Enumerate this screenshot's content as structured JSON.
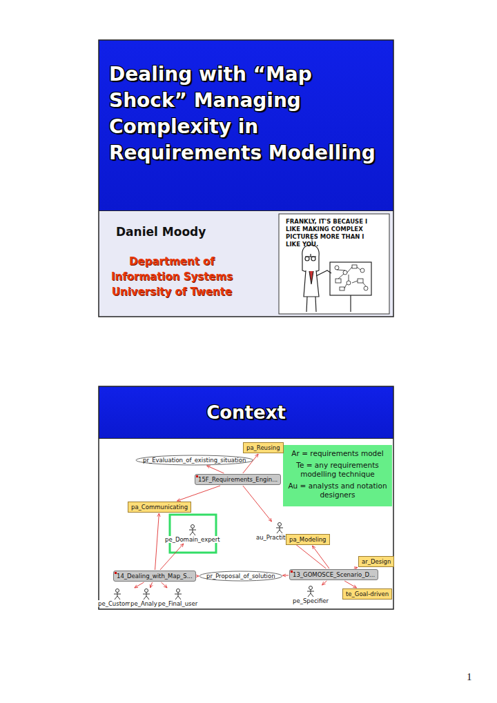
{
  "diagram": {
    "nodes": [
      {
        "text": [
          "Dealing with “Map Shock” Managing Complexity in Requirements Modelling"
        ]
      },
      {
        "text": [
          "Daniel Moody",
          "Department of Information Systems University of Twente"
        ]
      },
      {
        "text": [
          "Context"
        ]
      },
      {
        "text": [
          "Ar = requirements model",
          "Te = any requirements modelling technique",
          "Au = analysts and notation designers"
        ]
      },
      {
        "text": [
          "pa_Reusing"
        ]
      },
      {
        "text": [
          "pr_Evaluation_of_existing_situation"
        ]
      },
      {
        "text": [
          "15F_Requirements_Engin..."
        ]
      },
      {
        "text": [
          "pa_Communicating"
        ]
      },
      {
        "text": [
          "pe_Domain_expert"
        ]
      },
      {
        "text": [
          "au_Practitioners"
        ]
      },
      {
        "text": [
          "pa_Modeling"
        ]
      },
      {
        "text": [
          "ar_Design"
        ]
      },
      {
        "text": [
          "14_Dealing_with_Map_S..."
        ]
      },
      {
        "text": [
          "pr_Proposal_of_solution"
        ]
      },
      {
        "text": [
          "13_GOMOSCE_Scenario_D..."
        ]
      },
      {
        "text": [
          "te_Goal-driven"
        ]
      },
      {
        "text": [
          "pe_Specifier"
        ]
      },
      {
        "text": [
          "pe_Customer"
        ]
      },
      {
        "text": [
          "pe_Analyst"
        ]
      },
      {
        "text": [
          "pe_Final_user"
        ]
      }
    ],
    "edges": [
      {
        "from": 6,
        "to": 4,
        "arrow": "to"
      },
      {
        "from": 6,
        "to": 5,
        "arrow": "to"
      },
      {
        "from": 6,
        "to": 7,
        "arrow": "to"
      },
      {
        "from": 6,
        "to": 9,
        "arrow": "to"
      },
      {
        "from": 12,
        "to": 7,
        "arrow": "to"
      },
      {
        "from": 12,
        "to": 8,
        "arrow": "to"
      },
      {
        "from": 12,
        "to": 13,
        "arrow": "to"
      },
      {
        "from": 12,
        "to": 17,
        "arrow": "to"
      },
      {
        "from": 12,
        "to": 18,
        "arrow": "to"
      },
      {
        "from": 12,
        "to": 19,
        "arrow": "to"
      },
      {
        "from": 14,
        "to": 13,
        "arrow": "to"
      },
      {
        "from": 14,
        "to": 9,
        "arrow": "to"
      },
      {
        "from": 14,
        "to": 10,
        "arrow": "to"
      },
      {
        "from": 14,
        "to": 11,
        "arrow": "to"
      },
      {
        "from": 14,
        "to": 15,
        "arrow": "to"
      },
      {
        "from": 14,
        "to": 16,
        "arrow": "to"
      }
    ],
    "labels": [
      "FRANKLY, IT'S BECAUSE I LIKE MAKING COMPLEX PICTURES MORE THAN I LIKE YOU.",
      "1"
    ]
  }
}
